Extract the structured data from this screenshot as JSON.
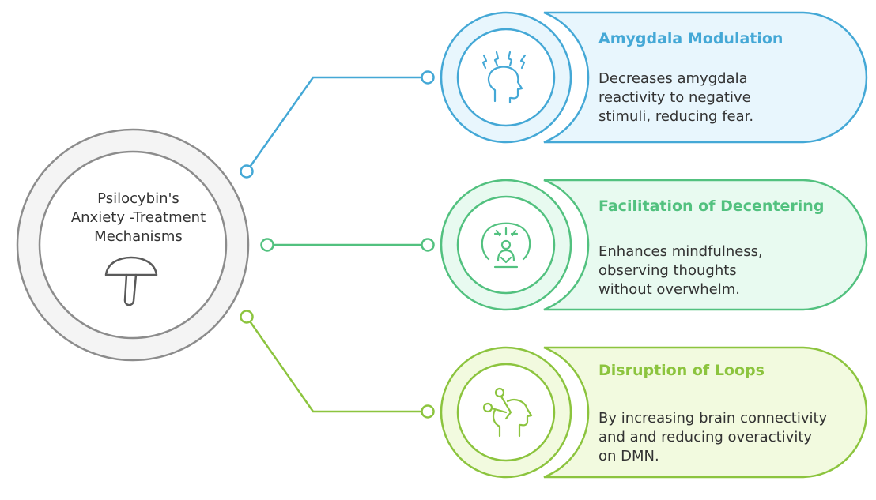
{
  "hub": {
    "title": "Psilocybin's\nAnxiety -Treatment\nMechanisms",
    "icon": "mushroom-icon"
  },
  "mechanisms": [
    {
      "title": "Amygdala Modulation",
      "description": "Decreases amygdala\nreactivity to negative\nstimuli, reducing fear.",
      "icon": "head-lightning-icon",
      "color": "#44a8d6",
      "fill": "#e8f6fd"
    },
    {
      "title": "Facilitation of Decentering",
      "description": "Enhances mindfulness,\nobserving thoughts\nwithout overwhelm.",
      "icon": "meditating-person-icon",
      "color": "#52c17f",
      "fill": "#e8faf0"
    },
    {
      "title": "Disruption of Loops",
      "description": "By increasing brain connectivity\nand and reducing overactivity\non DMN.",
      "icon": "head-connections-icon",
      "color": "#8cc43e",
      "fill": "#f2fadf"
    }
  ]
}
